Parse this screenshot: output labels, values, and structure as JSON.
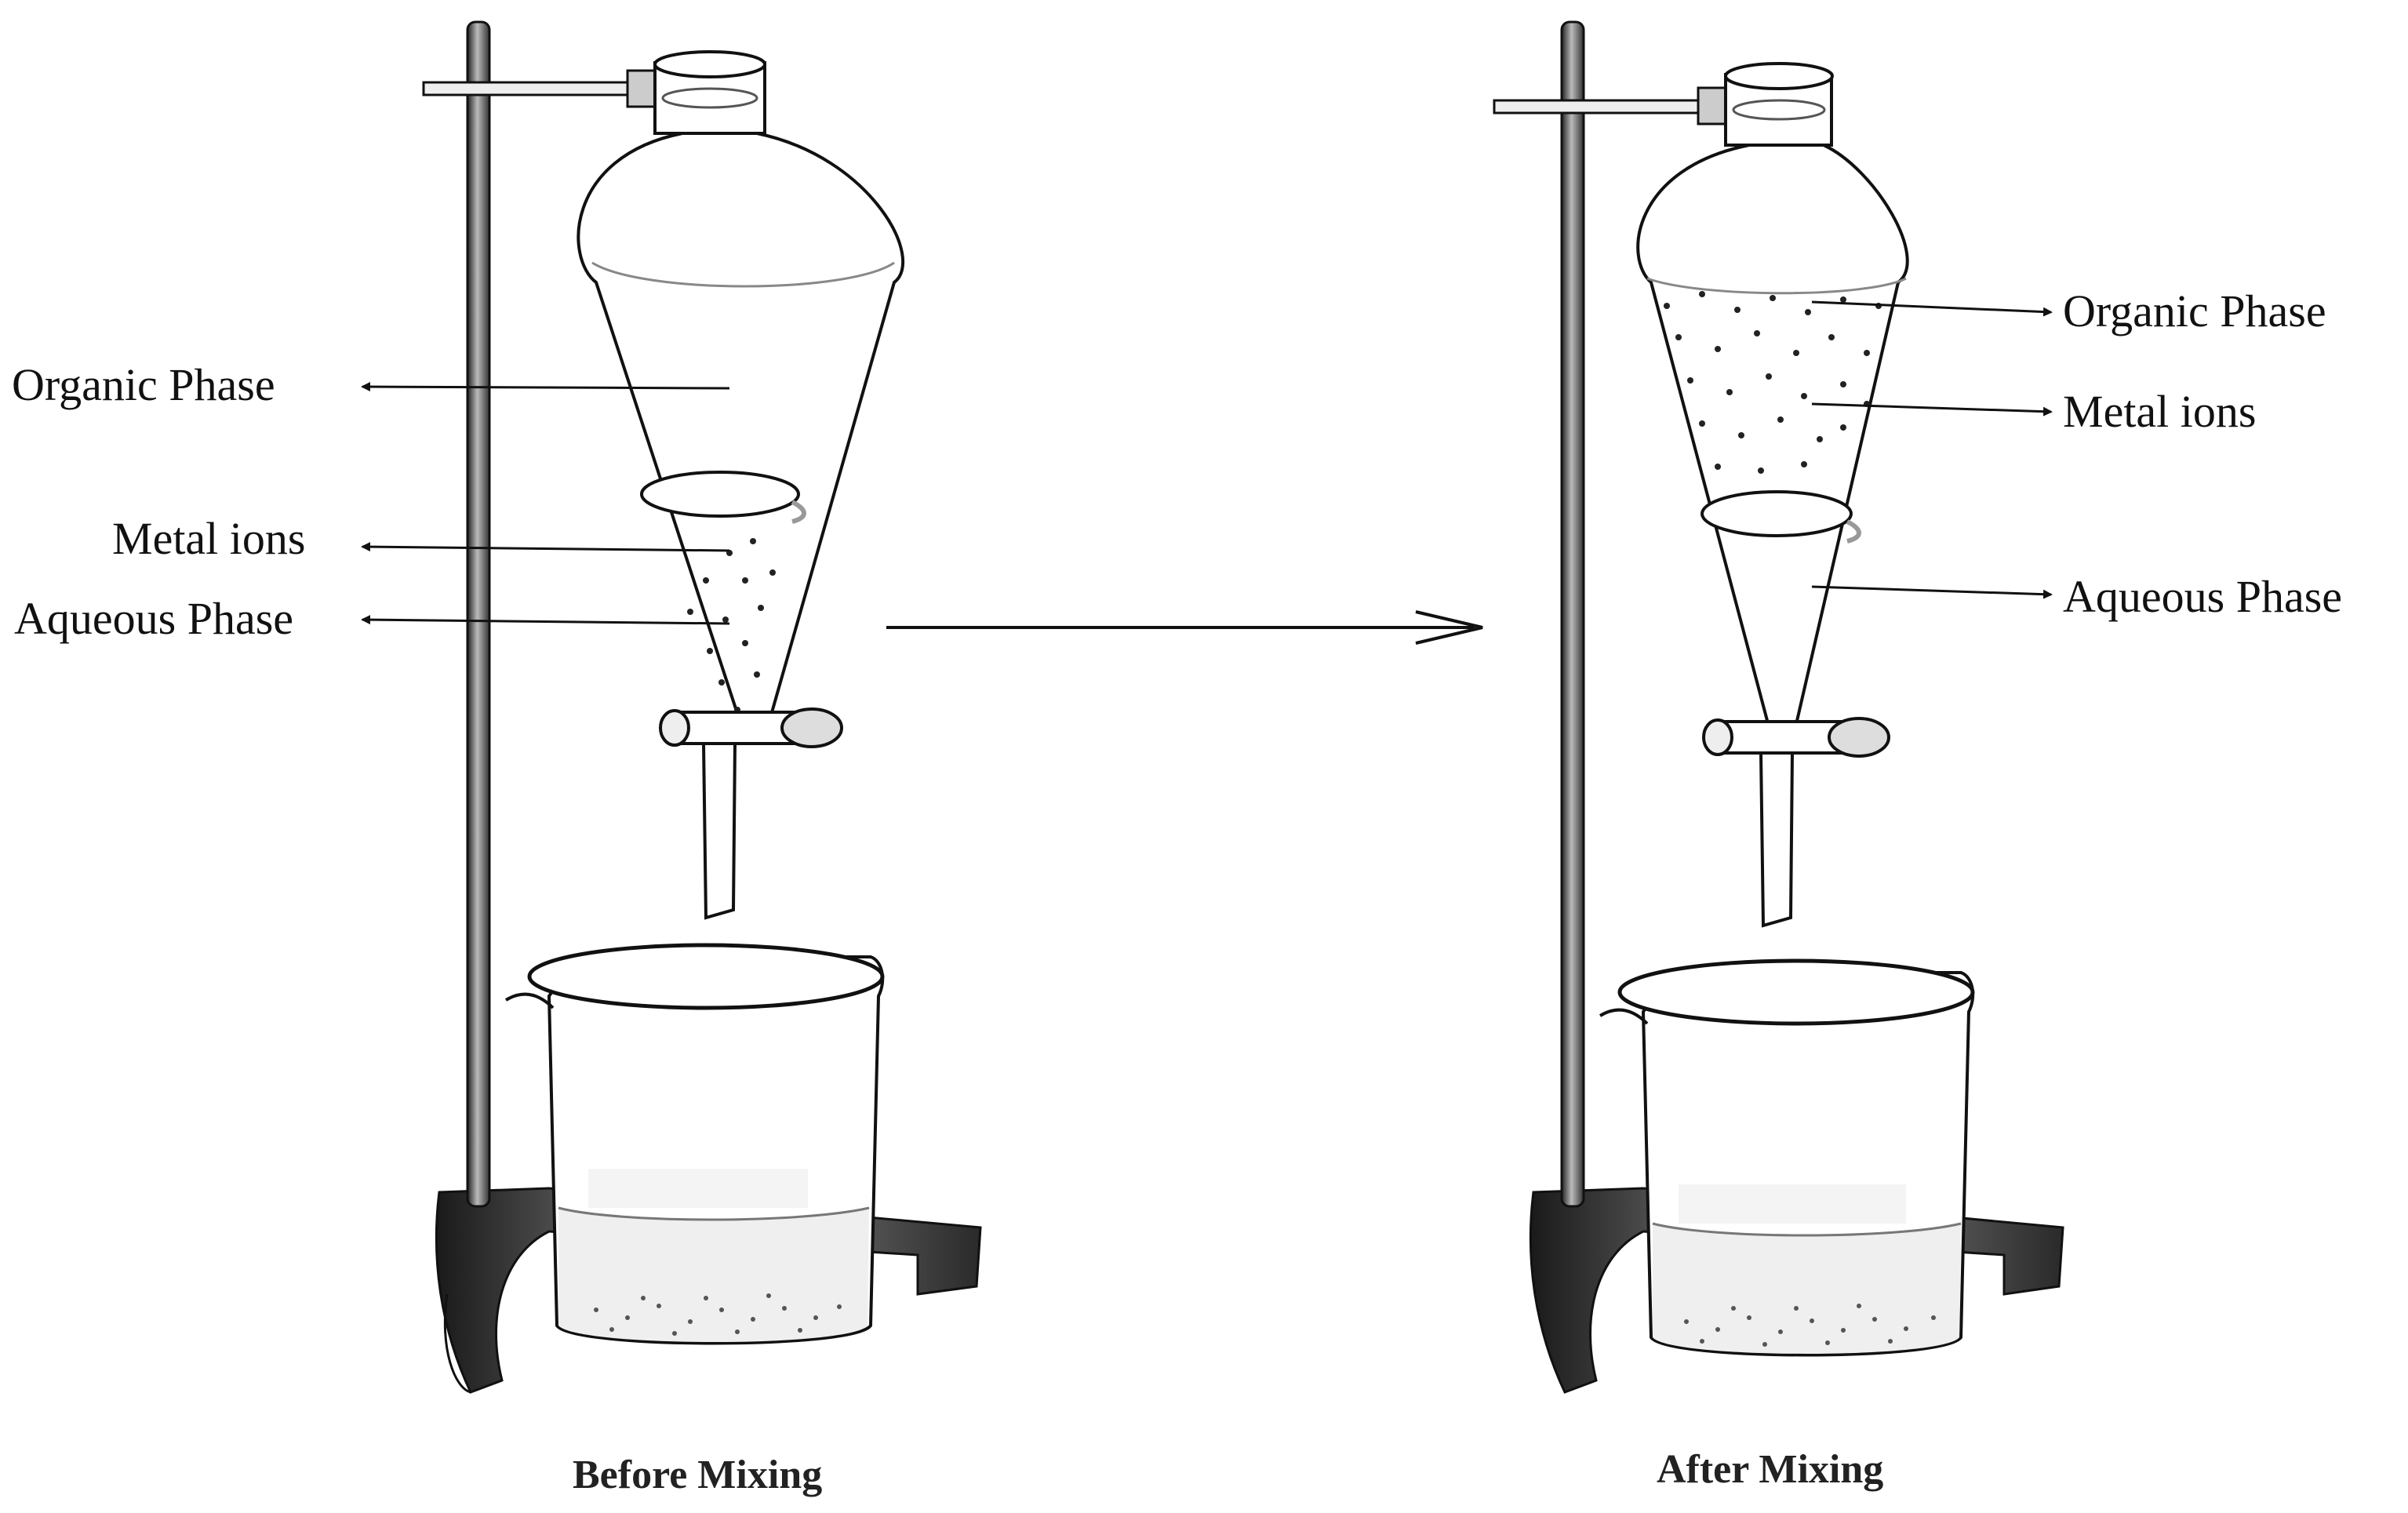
{
  "labels": {
    "before": {
      "organic": "Organic Phase",
      "metal": "Metal ions",
      "aqueous": "Aqueous Phase",
      "caption": "Before Mixing"
    },
    "after": {
      "organic": "Organic Phase",
      "metal": "Metal ions",
      "aqueous": "Aqueous Phase",
      "caption": "After Mixing"
    }
  },
  "colors": {
    "ink": "#111111",
    "glass_fill": "#ffffff",
    "stand_dark": "#2a2a2a",
    "stand_mid": "#777777",
    "liquid_shade": "#e8e8e8"
  },
  "icons": [
    "separatory-funnel-icon",
    "ring-stand-icon",
    "beaker-icon",
    "process-arrow-icon"
  ]
}
